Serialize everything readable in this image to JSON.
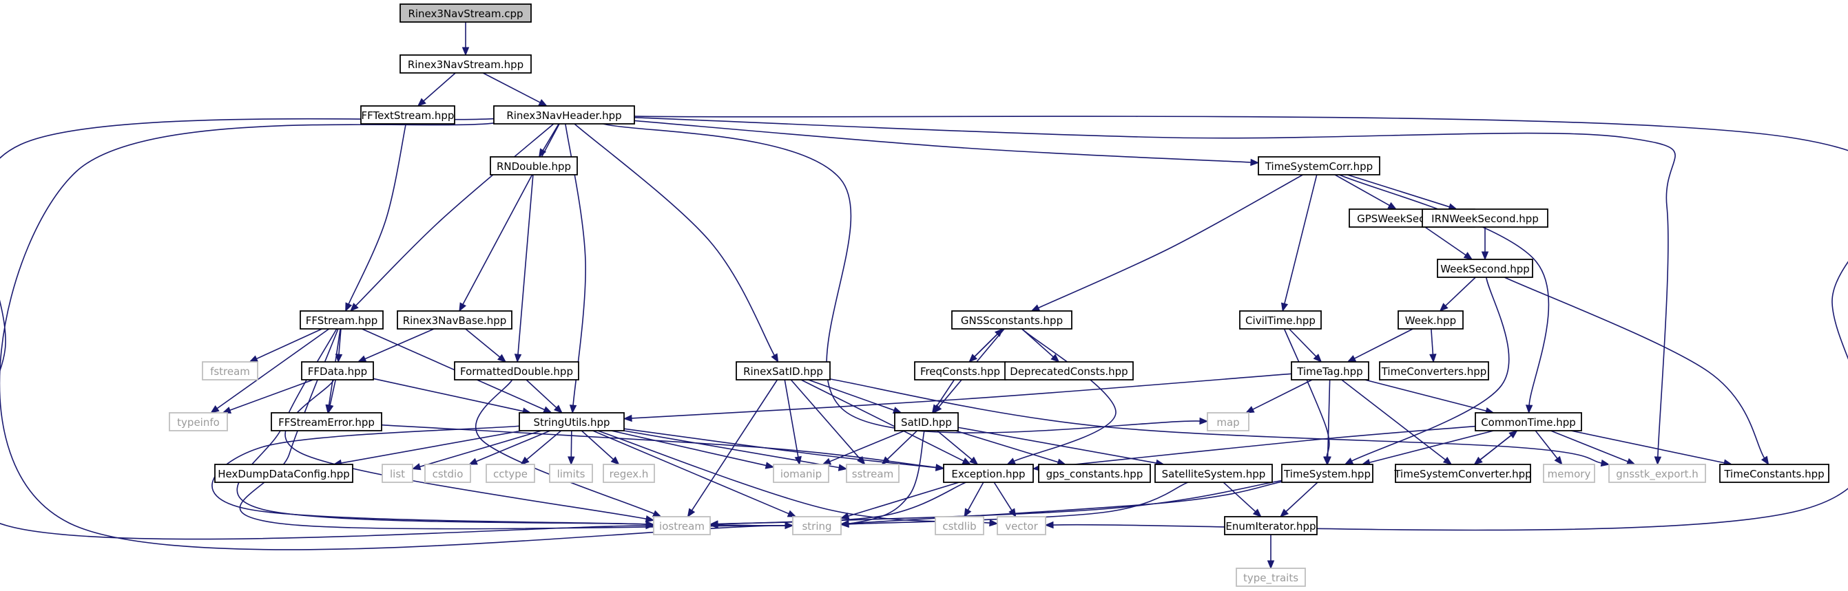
{
  "graph": {
    "nodes": [
      {
        "id": "rinex3navstream_cpp",
        "label": "Rinex3NavStream.cpp",
        "kind": "root"
      },
      {
        "id": "rinex3navstream_hpp",
        "label": "Rinex3NavStream.hpp",
        "kind": "doc"
      },
      {
        "id": "fftextstream_hpp",
        "label": "FFTextStream.hpp",
        "kind": "doc"
      },
      {
        "id": "rinex3navheader_hpp",
        "label": "Rinex3NavHeader.hpp",
        "kind": "doc"
      },
      {
        "id": "rndouble_hpp",
        "label": "RNDouble.hpp",
        "kind": "doc"
      },
      {
        "id": "timesystemcorr_hpp",
        "label": "TimeSystemCorr.hpp",
        "kind": "doc"
      },
      {
        "id": "gpsweeksecond_hpp",
        "label": "GPSWeekSecond.hpp",
        "kind": "doc"
      },
      {
        "id": "irnweeksecond_hpp",
        "label": "IRNWeekSecond.hpp",
        "kind": "doc"
      },
      {
        "id": "weeksecond_hpp",
        "label": "WeekSecond.hpp",
        "kind": "doc"
      },
      {
        "id": "ffstream_hpp",
        "label": "FFStream.hpp",
        "kind": "doc"
      },
      {
        "id": "rinex3navbase_hpp",
        "label": "Rinex3NavBase.hpp",
        "kind": "doc"
      },
      {
        "id": "gnssconstants_hpp",
        "label": "GNSSconstants.hpp",
        "kind": "doc"
      },
      {
        "id": "civiltime_hpp",
        "label": "CivilTime.hpp",
        "kind": "doc"
      },
      {
        "id": "week_hpp",
        "label": "Week.hpp",
        "kind": "doc"
      },
      {
        "id": "fstream",
        "label": "fstream",
        "kind": "sys"
      },
      {
        "id": "ffdata_hpp",
        "label": "FFData.hpp",
        "kind": "doc"
      },
      {
        "id": "formatteddouble_hpp",
        "label": "FormattedDouble.hpp",
        "kind": "doc"
      },
      {
        "id": "rinexsatid_hpp",
        "label": "RinexSatID.hpp",
        "kind": "doc"
      },
      {
        "id": "freqconsts_hpp",
        "label": "FreqConsts.hpp",
        "kind": "doc"
      },
      {
        "id": "deprecatedconsts_hpp",
        "label": "DeprecatedConsts.hpp",
        "kind": "doc"
      },
      {
        "id": "timetag_hpp",
        "label": "TimeTag.hpp",
        "kind": "doc"
      },
      {
        "id": "timeconverters_hpp",
        "label": "TimeConverters.hpp",
        "kind": "doc"
      },
      {
        "id": "typeinfo",
        "label": "typeinfo",
        "kind": "sys"
      },
      {
        "id": "ffstreamerror_hpp",
        "label": "FFStreamError.hpp",
        "kind": "doc"
      },
      {
        "id": "stringutils_hpp",
        "label": "StringUtils.hpp",
        "kind": "doc"
      },
      {
        "id": "satid_hpp",
        "label": "SatID.hpp",
        "kind": "doc"
      },
      {
        "id": "map",
        "label": "map",
        "kind": "sys"
      },
      {
        "id": "commontime_hpp",
        "label": "CommonTime.hpp",
        "kind": "doc"
      },
      {
        "id": "hexdumpdataconfig_hpp",
        "label": "HexDumpDataConfig.hpp",
        "kind": "doc"
      },
      {
        "id": "list",
        "label": "list",
        "kind": "sys"
      },
      {
        "id": "cstdio",
        "label": "cstdio",
        "kind": "sys"
      },
      {
        "id": "cctype",
        "label": "cctype",
        "kind": "sys"
      },
      {
        "id": "limits",
        "label": "limits",
        "kind": "sys"
      },
      {
        "id": "regex_h",
        "label": "regex.h",
        "kind": "sys"
      },
      {
        "id": "iomanip",
        "label": "iomanip",
        "kind": "sys"
      },
      {
        "id": "sstream",
        "label": "sstream",
        "kind": "sys"
      },
      {
        "id": "exception_hpp",
        "label": "Exception.hpp",
        "kind": "doc"
      },
      {
        "id": "gps_constants_hpp",
        "label": "gps_constants.hpp",
        "kind": "doc"
      },
      {
        "id": "satellitesystem_hpp",
        "label": "SatelliteSystem.hpp",
        "kind": "doc"
      },
      {
        "id": "timesystem_hpp",
        "label": "TimeSystem.hpp",
        "kind": "doc"
      },
      {
        "id": "timesystemconverter_hpp",
        "label": "TimeSystemConverter.hpp",
        "kind": "doc"
      },
      {
        "id": "memory",
        "label": "memory",
        "kind": "sys"
      },
      {
        "id": "gnsstk_export_h",
        "label": "gnsstk_export.h",
        "kind": "sys"
      },
      {
        "id": "timeconstants_hpp",
        "label": "TimeConstants.hpp",
        "kind": "doc"
      },
      {
        "id": "iostream",
        "label": "iostream",
        "kind": "sys"
      },
      {
        "id": "string",
        "label": "string",
        "kind": "sys"
      },
      {
        "id": "cstdlib",
        "label": "cstdlib",
        "kind": "sys"
      },
      {
        "id": "vector",
        "label": "vector",
        "kind": "sys"
      },
      {
        "id": "enumiterator_hpp",
        "label": "EnumIterator.hpp",
        "kind": "doc"
      },
      {
        "id": "type_traits",
        "label": "type_traits",
        "kind": "sys"
      }
    ],
    "edges": [
      [
        "rinex3navstream_cpp",
        "rinex3navstream_hpp"
      ],
      [
        "rinex3navstream_hpp",
        "fftextstream_hpp"
      ],
      [
        "rinex3navstream_hpp",
        "rinex3navheader_hpp"
      ],
      [
        "fftextstream_hpp",
        "ffstream_hpp"
      ],
      [
        "rinex3navheader_hpp",
        "ffstream_hpp"
      ],
      [
        "rinex3navheader_hpp",
        "rndouble_hpp"
      ],
      [
        "rinex3navheader_hpp",
        "rinex3navbase_hpp"
      ],
      [
        "rinex3navheader_hpp",
        "stringutils_hpp"
      ],
      [
        "rinex3navheader_hpp",
        "rinexsatid_hpp"
      ],
      [
        "rinex3navheader_hpp",
        "timesystemcorr_hpp"
      ],
      [
        "rinex3navheader_hpp",
        "map"
      ],
      [
        "rinex3navheader_hpp",
        "iostream"
      ],
      [
        "rinex3navheader_hpp",
        "string"
      ],
      [
        "rinex3navheader_hpp",
        "gnsstk_export_h"
      ],
      [
        "rinex3navheader_hpp",
        "vector"
      ],
      [
        "rndouble_hpp",
        "formatteddouble_hpp"
      ],
      [
        "timesystemcorr_hpp",
        "gnssconstants_hpp"
      ],
      [
        "timesystemcorr_hpp",
        "civiltime_hpp"
      ],
      [
        "timesystemcorr_hpp",
        "gpsweeksecond_hpp"
      ],
      [
        "timesystemcorr_hpp",
        "irnweeksecond_hpp"
      ],
      [
        "timesystemcorr_hpp",
        "commontime_hpp"
      ],
      [
        "gpsweeksecond_hpp",
        "weeksecond_hpp"
      ],
      [
        "irnweeksecond_hpp",
        "weeksecond_hpp"
      ],
      [
        "weeksecond_hpp",
        "week_hpp"
      ],
      [
        "weeksecond_hpp",
        "timesystem_hpp"
      ],
      [
        "weeksecond_hpp",
        "timeconstants_hpp"
      ],
      [
        "week_hpp",
        "timetag_hpp"
      ],
      [
        "week_hpp",
        "timeconverters_hpp"
      ],
      [
        "civiltime_hpp",
        "timetag_hpp"
      ],
      [
        "civiltime_hpp",
        "timesystem_hpp"
      ],
      [
        "ffstream_hpp",
        "fstream"
      ],
      [
        "ffstream_hpp",
        "typeinfo"
      ],
      [
        "ffstream_hpp",
        "ffdata_hpp"
      ],
      [
        "ffstream_hpp",
        "ffstreamerror_hpp"
      ],
      [
        "ffstream_hpp",
        "stringutils_hpp"
      ],
      [
        "ffstream_hpp",
        "iostream"
      ],
      [
        "ffstream_hpp",
        "string"
      ],
      [
        "rinex3navbase_hpp",
        "ffdata_hpp"
      ],
      [
        "rinex3navbase_hpp",
        "formatteddouble_hpp"
      ],
      [
        "ffdata_hpp",
        "typeinfo"
      ],
      [
        "ffdata_hpp",
        "ffstreamerror_hpp"
      ],
      [
        "ffdata_hpp",
        "stringutils_hpp"
      ],
      [
        "ffdata_hpp",
        "iostream"
      ],
      [
        "formatteddouble_hpp",
        "stringutils_hpp"
      ],
      [
        "formatteddouble_hpp",
        "iostream"
      ],
      [
        "ffstreamerror_hpp",
        "exception_hpp"
      ],
      [
        "gnssconstants_hpp",
        "freqconsts_hpp"
      ],
      [
        "gnssconstants_hpp",
        "deprecatedconsts_hpp"
      ],
      [
        "gnssconstants_hpp",
        "satid_hpp"
      ],
      [
        "gnssconstants_hpp",
        "exception_hpp"
      ],
      [
        "freqconsts_hpp",
        "gnssconstants_hpp"
      ],
      [
        "freqconsts_hpp",
        "satid_hpp"
      ],
      [
        "rinexsatid_hpp",
        "satid_hpp"
      ],
      [
        "rinexsatid_hpp",
        "exception_hpp"
      ],
      [
        "rinexsatid_hpp",
        "iomanip"
      ],
      [
        "rinexsatid_hpp",
        "sstream"
      ],
      [
        "rinexsatid_hpp",
        "iostream"
      ],
      [
        "rinexsatid_hpp",
        "gnsstk_export_h"
      ],
      [
        "timetag_hpp",
        "stringutils_hpp"
      ],
      [
        "timetag_hpp",
        "map"
      ],
      [
        "timetag_hpp",
        "commontime_hpp"
      ],
      [
        "timetag_hpp",
        "timesystem_hpp"
      ],
      [
        "timetag_hpp",
        "timesystemconverter_hpp"
      ],
      [
        "stringutils_hpp",
        "hexdumpdataconfig_hpp"
      ],
      [
        "stringutils_hpp",
        "list"
      ],
      [
        "stringutils_hpp",
        "cstdio"
      ],
      [
        "stringutils_hpp",
        "cctype"
      ],
      [
        "stringutils_hpp",
        "limits"
      ],
      [
        "stringutils_hpp",
        "regex_h"
      ],
      [
        "stringutils_hpp",
        "iomanip"
      ],
      [
        "stringutils_hpp",
        "sstream"
      ],
      [
        "stringutils_hpp",
        "exception_hpp"
      ],
      [
        "stringutils_hpp",
        "iostream"
      ],
      [
        "stringutils_hpp",
        "string"
      ],
      [
        "stringutils_hpp",
        "vector"
      ],
      [
        "satid_hpp",
        "iomanip"
      ],
      [
        "satid_hpp",
        "sstream"
      ],
      [
        "satid_hpp",
        "exception_hpp"
      ],
      [
        "satid_hpp",
        "gps_constants_hpp"
      ],
      [
        "satid_hpp",
        "satellitesystem_hpp"
      ],
      [
        "satid_hpp",
        "iostream"
      ],
      [
        "exception_hpp",
        "string"
      ],
      [
        "exception_hpp",
        "cstdlib"
      ],
      [
        "exception_hpp",
        "vector"
      ],
      [
        "exception_hpp",
        "iostream"
      ],
      [
        "satellitesystem_hpp",
        "enumiterator_hpp"
      ],
      [
        "satellitesystem_hpp",
        "string"
      ],
      [
        "commontime_hpp",
        "exception_hpp"
      ],
      [
        "commontime_hpp",
        "timesystem_hpp"
      ],
      [
        "commontime_hpp",
        "timesystemconverter_hpp"
      ],
      [
        "commontime_hpp",
        "memory"
      ],
      [
        "commontime_hpp",
        "gnsstk_export_h"
      ],
      [
        "commontime_hpp",
        "timeconstants_hpp"
      ],
      [
        "timesystemconverter_hpp",
        "commontime_hpp"
      ],
      [
        "timesystem_hpp",
        "enumiterator_hpp"
      ],
      [
        "timesystem_hpp",
        "iostream"
      ],
      [
        "timesystem_hpp",
        "string"
      ],
      [
        "enumiterator_hpp",
        "type_traits"
      ]
    ]
  }
}
